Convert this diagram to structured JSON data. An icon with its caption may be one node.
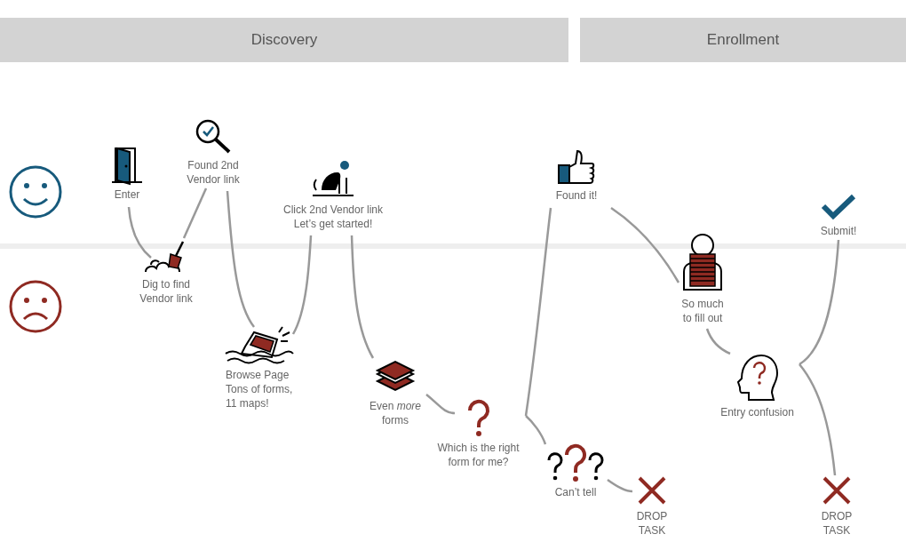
{
  "diagram": {
    "nodes": [
      {
        "text": [
          "Discovery"
        ]
      },
      {
        "text": [
          "Enrollment"
        ]
      },
      {
        "text": [
          "Enter"
        ]
      },
      {
        "text": [
          "Found 2nd Vendor link"
        ]
      },
      {
        "text": [
          "Dig to find Vendor link"
        ]
      },
      {
        "text": [
          "Click 2nd Vendor link",
          "Let’s get started!"
        ]
      },
      {
        "text": [
          "Browse Page",
          "Tons of forms, 11 maps!"
        ]
      },
      {
        "text": [
          "Even *more* forms"
        ]
      },
      {
        "text": [
          "Which is the right form for me?"
        ]
      },
      {
        "text": [
          "Found it!"
        ]
      },
      {
        "text": [
          "Can’t tell"
        ]
      },
      {
        "text": [
          "DROP TASK"
        ]
      },
      {
        "text": [
          "So much to fill out"
        ]
      },
      {
        "text": [
          "Entry confusion"
        ]
      },
      {
        "text": [
          "Submit!"
        ]
      },
      {
        "text": [
          "DROP TASK"
        ]
      }
    ],
    "edges": [
      {
        "from": 2,
        "to": 4,
        "arrow": "none"
      },
      {
        "from": 4,
        "to": 3,
        "arrow": "none"
      },
      {
        "from": 3,
        "to": 6,
        "arrow": "none"
      },
      {
        "from": 6,
        "to": 5,
        "arrow": "none"
      },
      {
        "from": 5,
        "to": 7,
        "arrow": "none"
      },
      {
        "from": 7,
        "to": 8,
        "arrow": "none"
      },
      {
        "from": 8,
        "to": 9,
        "arrow": "none"
      },
      {
        "from": 8,
        "to": 10,
        "arrow": "none"
      },
      {
        "from": 10,
        "to": 11,
        "arrow": "none"
      },
      {
        "from": 9,
        "to": 12,
        "arrow": "none"
      },
      {
        "from": 12,
        "to": 13,
        "arrow": "none"
      },
      {
        "from": 13,
        "to": 14,
        "arrow": "none"
      },
      {
        "from": 13,
        "to": 15,
        "arrow": "none"
      }
    ]
  }
}
